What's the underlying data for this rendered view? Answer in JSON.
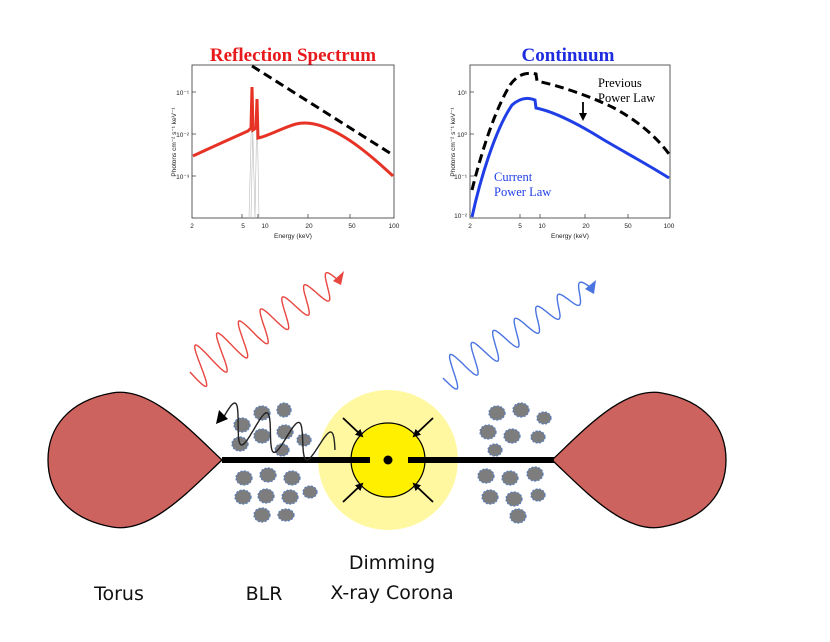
{
  "spectra": [
    {
      "title": "Reflection Spectrum",
      "title_color": "#e8191b",
      "xlabel": "Energy (keV)",
      "ylabel": "Photons cm⁻² s⁻¹ keV⁻¹",
      "xticks": [
        "2",
        "5",
        "10",
        "20",
        "50",
        "100"
      ],
      "yticks": [
        "10⁻³",
        "10⁻²",
        "10⁻¹"
      ],
      "curve_color": "#e63325"
    },
    {
      "title": "Continuum",
      "title_color": "#1e2ce0",
      "xlabel": "Energy (keV)",
      "ylabel": "Photons cm⁻² s⁻¹ keV⁻¹",
      "xticks": [
        "2",
        "5",
        "10",
        "20",
        "50",
        "100"
      ],
      "yticks": [
        "10⁻²",
        "10⁻¹",
        "10⁰",
        "10¹"
      ],
      "previous_label_line1": "Previous",
      "previous_label_line2": "Power Law",
      "current_label_line1": "Current",
      "current_label_line2": "Power Law",
      "current_color": "#1f3ee6"
    }
  ],
  "diagram": {
    "labels": {
      "torus": "Torus",
      "blr": "BLR",
      "corona_line1": "Dimming",
      "corona_line2": "X-ray Corona"
    },
    "colors": {
      "torus": "#cc635e",
      "cloud": "#7d7d7d",
      "cloud_edge": "#5b7fb8",
      "corona_halo": "#fff8a0",
      "corona_core": "#fff000",
      "reflected_wave": "#e8463f",
      "continuum_wave": "#4a74e0",
      "inner_wave": "#222222"
    }
  }
}
